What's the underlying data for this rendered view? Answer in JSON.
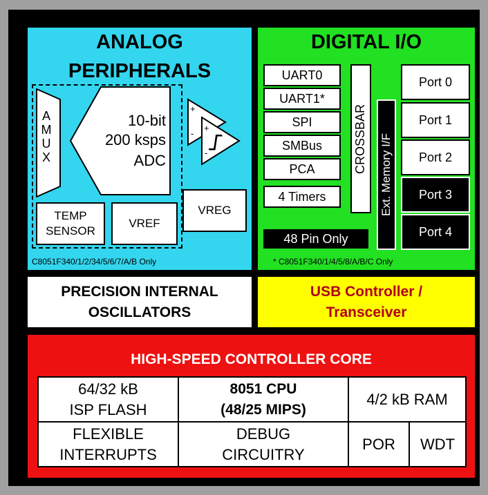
{
  "analog": {
    "title_line1": "ANALOG",
    "title_line2": "PERIPHERALS",
    "amux_letters": [
      "A",
      "M",
      "U",
      "X"
    ],
    "adc_line1": "10-bit",
    "adc_line2": "200 ksps",
    "adc_line3": "ADC",
    "comp_plus": "+",
    "comp_minus": "-",
    "temp_line1": "TEMP",
    "temp_line2": "SENSOR",
    "vref": "VREF",
    "vreg": "VREG",
    "footnote": "C8051F340/1/2/34/5/6/7/A/B Only"
  },
  "digital": {
    "title": "DIGITAL I/O",
    "peripherals": [
      "UART0",
      "UART1*",
      "SPI",
      "SMBus",
      "PCA",
      "4 Timers"
    ],
    "crossbar": "CROSSBAR",
    "ext_memory": "Ext. Memory I/F",
    "ports": [
      "Port 0",
      "Port 1",
      "Port 2",
      "Port 3",
      "Port 4"
    ],
    "pin_note": "48 Pin Only",
    "footnote": "* C8051F340/1/4/5/8/A/B/C Only"
  },
  "oscillators": {
    "line1": "PRECISION INTERNAL",
    "line2": "OSCILLATORS"
  },
  "usb": {
    "line1": "USB Controller /",
    "line2": "Transceiver"
  },
  "core": {
    "title": "HIGH-SPEED CONTROLLER CORE",
    "flash_line1": "64/32 kB",
    "flash_line2": "ISP FLASH",
    "cpu_line1": "8051 CPU",
    "cpu_line2": "(48/25 MIPS)",
    "ram": "4/2 kB RAM",
    "interrupts_line1": "FLEXIBLE",
    "interrupts_line2": "INTERRUPTS",
    "debug_line1": "DEBUG",
    "debug_line2": "CIRCUITRY",
    "por": "POR",
    "wdt": "WDT"
  },
  "colors": {
    "frame": "#a0a0a0",
    "analog": "#33d6ee",
    "digital": "#22e022",
    "usb": "#ffff00",
    "core": "#ee1111"
  }
}
